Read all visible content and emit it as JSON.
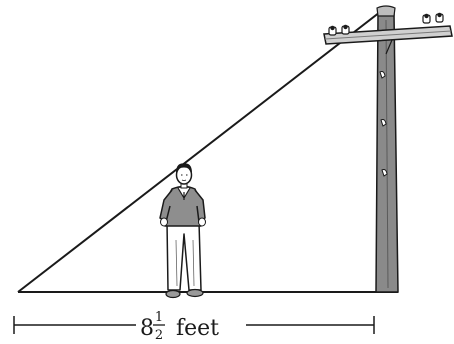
{
  "measurement": {
    "whole": "8",
    "numerator": "1",
    "denominator": "2",
    "unit": "feet"
  },
  "colors": {
    "ink": "#1a1a1a",
    "pole_fill": "#8a8a8a",
    "sweater": "#8e8e8e",
    "background": "#ffffff"
  },
  "icons": {
    "figure": "standing-man",
    "structure": "utility-pole"
  }
}
